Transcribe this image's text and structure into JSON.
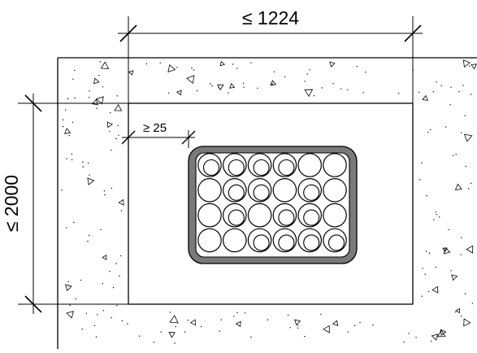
{
  "dimensions": {
    "width_label": "≤ 1224",
    "height_label": "≤ 2000",
    "clearance_label": "≥ 25"
  },
  "cable_bundle": {
    "rows": 4,
    "cols": 6,
    "cables": [
      [
        "double",
        "double",
        "double",
        "double",
        "single",
        "single"
      ],
      [
        "single",
        "double",
        "double",
        "single",
        "double",
        "single"
      ],
      [
        "single",
        "double",
        "single",
        "double",
        "double",
        "single"
      ],
      [
        "single",
        "single",
        "double",
        "double",
        "double",
        "double"
      ]
    ]
  },
  "colors": {
    "concrete_fill": "#ffffff",
    "line": "#000000",
    "duct_wall": "#7a7a7a"
  }
}
